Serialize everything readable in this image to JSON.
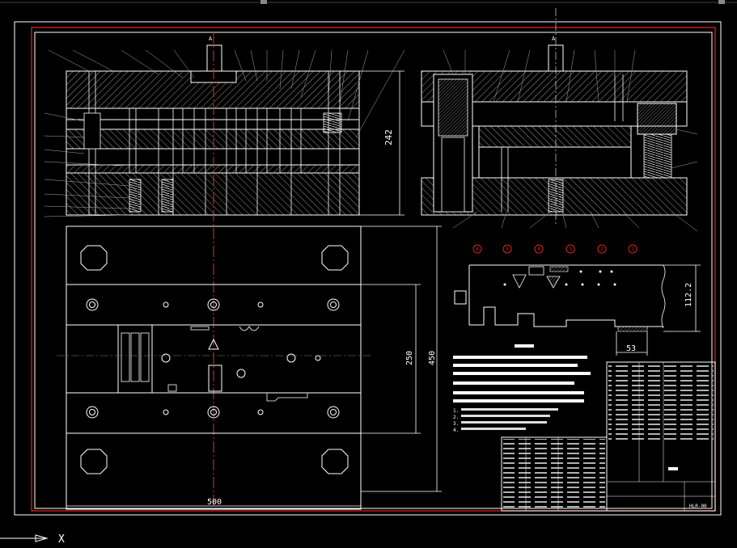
{
  "drawing": {
    "dimensions": {
      "total_height": "242",
      "plate_width": "500",
      "plate_height_outer": "450",
      "plate_height_inner": "250",
      "strip_height": "112.2",
      "strip_width": "53"
    },
    "title_block_code": "HLR-00",
    "section_labels": [
      "A",
      "A"
    ],
    "station_markers": [
      "6",
      "5",
      "4",
      "3",
      "2",
      "1"
    ],
    "tech_notes": [
      "1.",
      "2.",
      "3.",
      "4."
    ],
    "ucs_label": "X"
  },
  "colors": {
    "background": "#000000",
    "frame_white": "#ffffff",
    "frame_red": "#c81e1e",
    "centerline_red": "#e03030",
    "dimension_line": "#ffffff",
    "hatch": "#cfcfcf",
    "marker_red": "#e02020"
  }
}
